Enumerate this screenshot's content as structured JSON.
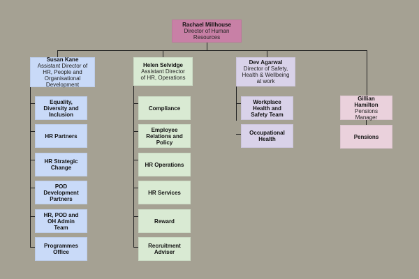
{
  "director": {
    "name": "Rachael Millhouse",
    "title": "Director of Human Resources"
  },
  "branches": [
    {
      "name": "Susan Kane",
      "title": "Assistant Director of HR, People and Organisational Development",
      "units": [
        "Equality, Diversity and Inclusion",
        "HR Partners",
        "HR Strategic Change",
        "POD Development Partners",
        "HR, POD and OH Admin Team",
        "Programmes Office"
      ]
    },
    {
      "name": "Helen Selvidge",
      "title": "Assistant Director of HR, Operations",
      "units": [
        "Compliance",
        "Employee Relations and Policy",
        "HR Operations",
        "HR Services",
        "Reward",
        "Recruitment Adviser"
      ]
    },
    {
      "name": "Dev Agarwal",
      "title": "Director of Safety, Health & Wellbeing at work",
      "units": [
        "Workplace Health and Safety Team",
        "Occupational Health"
      ]
    },
    {
      "name": "Gillian Hamilton",
      "title": "Pensions Manager",
      "units": [
        "Pensions"
      ]
    }
  ],
  "colors": {
    "background": "#a5a193",
    "director": "#c880a6",
    "people_od": "#c9daf8",
    "operations": "#d9ead3",
    "safety": "#d9d2e9",
    "pensions": "#ead1dc"
  }
}
